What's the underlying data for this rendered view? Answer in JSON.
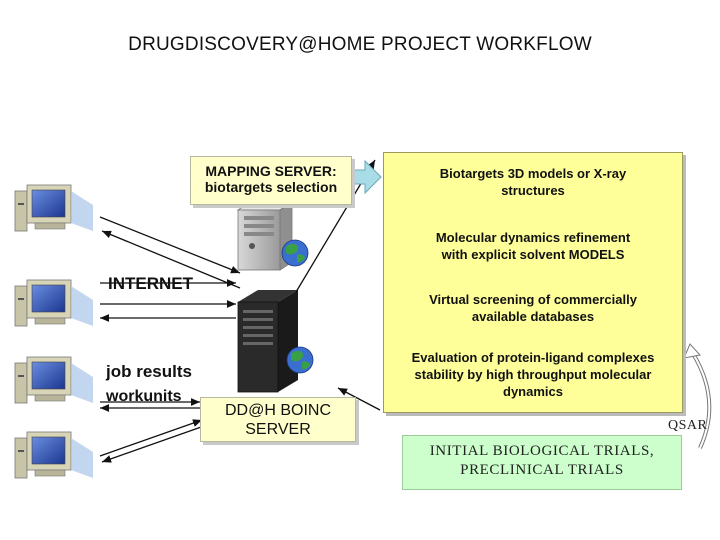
{
  "title": "DRUGDISCOVERY@HOME PROJECT WORKFLOW",
  "mapping_server": {
    "line1": "MAPPING SERVER:",
    "line2": "biotargets selection"
  },
  "boinc_server": {
    "line1": "DD@H BOINC",
    "line2": "SERVER"
  },
  "labels": {
    "internet": "INTERNET",
    "job_results": "job results",
    "workunits": "workunits",
    "qsar": "QSAR"
  },
  "workflow_steps": [
    {
      "line1": "Biotargets  3D models or X-ray",
      "line2": "structures"
    },
    {
      "line1": "Molecular dynamics refinement",
      "line2": "with explicit solvent MODELS"
    },
    {
      "line1": "Virtual screening of commercially",
      "line2": "available databases"
    },
    {
      "line1": "Evaluation of protein-ligand complexes",
      "line2": "stability by high throughput molecular",
      "line3": "dynamics"
    }
  ],
  "trials": {
    "line1": "INITIAL BIOLOGICAL TRIALS,",
    "line2": "PRECLINICAL TRIALS"
  },
  "colors": {
    "box_fill": "#ffffcc",
    "panel_fill": "#ffff99",
    "trials_fill": "#ccffcc",
    "block_arrow": "#a8dde8",
    "down_arrow": "#ccddee",
    "monitor_screen": "#2f4fa8",
    "monitor_body": "#c8c4a8"
  },
  "icons": {
    "client": "computer-icon",
    "server": "server-tower-icon",
    "globe": "globe-icon"
  }
}
